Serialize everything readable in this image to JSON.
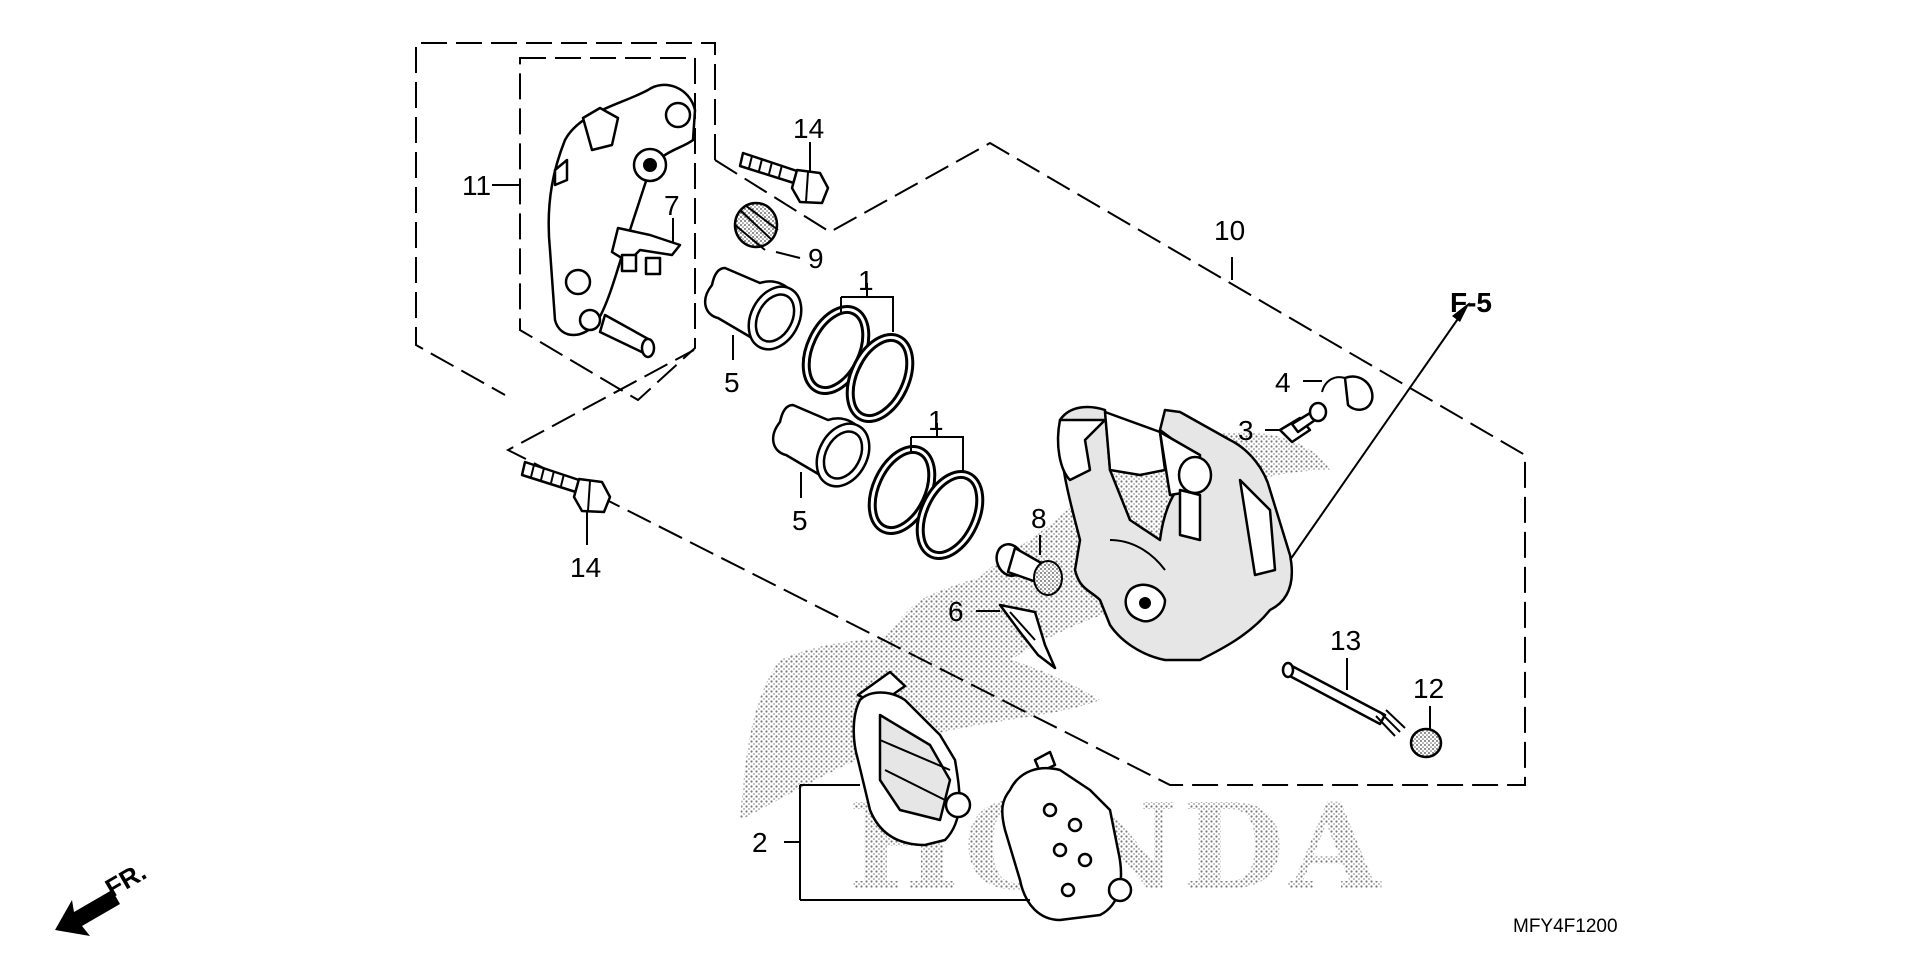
{
  "diagram": {
    "part_code": "MFY4F1200",
    "reference": "F-5",
    "direction_label": "FR.",
    "watermark": "HONDA",
    "callouts": {
      "c1a": "1",
      "c1b": "1",
      "c2": "2",
      "c3": "3",
      "c4": "4",
      "c5a": "5",
      "c5b": "5",
      "c6": "6",
      "c7": "7",
      "c8": "8",
      "c9": "9",
      "c10": "10",
      "c11": "11",
      "c12": "12",
      "c13": "13",
      "c14a": "14",
      "c14b": "14"
    }
  }
}
